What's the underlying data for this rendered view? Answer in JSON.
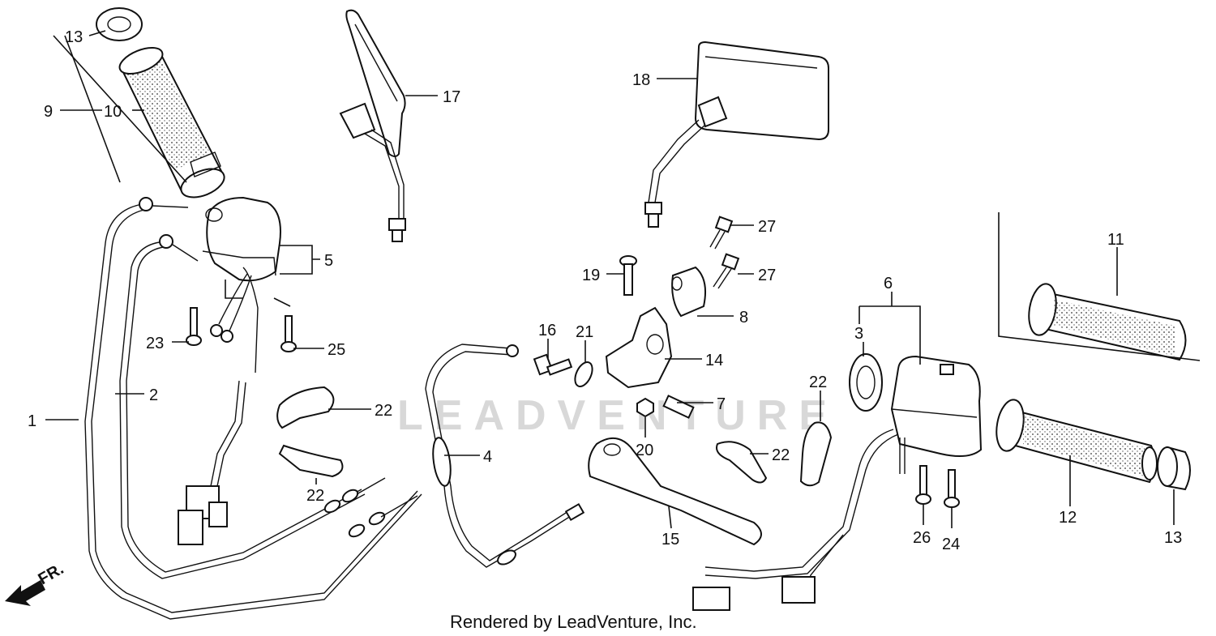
{
  "footer": "Rendered by LeadVenture, Inc.",
  "watermark": "LEADVENTURE",
  "direction_label": "FR.",
  "callouts": [
    "13",
    "10",
    "9",
    "17",
    "18",
    "5",
    "27",
    "27",
    "19",
    "8",
    "11",
    "1",
    "2",
    "23",
    "25",
    "16",
    "21",
    "14",
    "3",
    "6",
    "22",
    "22",
    "7",
    "20",
    "4",
    "22",
    "22",
    "15",
    "26",
    "24",
    "12",
    "13"
  ]
}
